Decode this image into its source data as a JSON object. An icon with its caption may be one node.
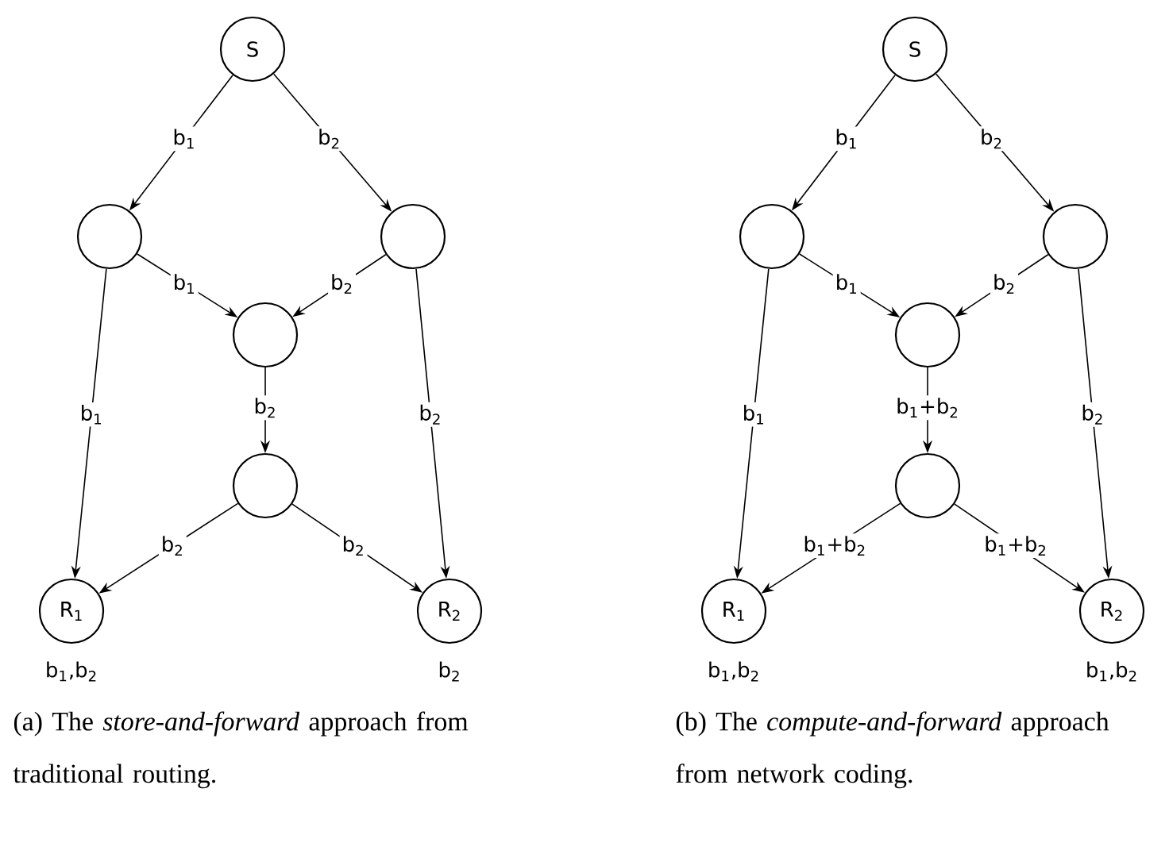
{
  "diagram": {
    "nodes": [
      {
        "text": [
          "S"
        ]
      },
      {
        "text": [],
        "shape": "circle"
      },
      {
        "text": [],
        "shape": "circle"
      },
      {
        "text": [],
        "shape": "circle"
      },
      {
        "text": [],
        "shape": "circle"
      },
      {
        "text": [
          "R$_{1}$"
        ],
        "beside": [
          "b$_{1}$,b$_{2}$"
        ]
      },
      {
        "text": [
          "R$_{2}$"
        ],
        "beside": [
          "b$_{2}$"
        ]
      },
      {
        "text": [
          "S"
        ]
      },
      {
        "text": [],
        "shape": "circle"
      },
      {
        "text": [],
        "shape": "circle"
      },
      {
        "text": [],
        "shape": "circle"
      },
      {
        "text": [],
        "shape": "circle"
      },
      {
        "text": [
          "R$_{1}$"
        ],
        "beside": [
          "b$_{1}$,b$_{2}$"
        ]
      },
      {
        "text": [
          "R$_{2}$"
        ],
        "beside": [
          "b$_{1}$,b$_{2}$"
        ]
      }
    ],
    "edges": [
      {
        "from": 0,
        "to": 1,
        "arrow": "to",
        "label": "b$_{1}$"
      },
      {
        "from": 0,
        "to": 2,
        "arrow": "to",
        "label": "b$_{2}$"
      },
      {
        "from": 1,
        "to": 3,
        "arrow": "to",
        "label": "b$_{1}$"
      },
      {
        "from": 2,
        "to": 3,
        "arrow": "to",
        "label": "b$_{2}$"
      },
      {
        "from": 1,
        "to": 5,
        "arrow": "to",
        "label": "b$_{1}$"
      },
      {
        "from": 3,
        "to": 4,
        "arrow": "to",
        "label": "b$_{2}$"
      },
      {
        "from": 2,
        "to": 6,
        "arrow": "to",
        "label": "b$_{2}$"
      },
      {
        "from": 4,
        "to": 5,
        "arrow": "to",
        "label": "b$_{2}$"
      },
      {
        "from": 4,
        "to": 6,
        "arrow": "to",
        "label": "b$_{2}$"
      },
      {
        "from": 7,
        "to": 8,
        "arrow": "to",
        "label": "b$_{1}$"
      },
      {
        "from": 7,
        "to": 9,
        "arrow": "to",
        "label": "b$_{2}$"
      },
      {
        "from": 8,
        "to": 10,
        "arrow": "to",
        "label": "b$_{1}$"
      },
      {
        "from": 9,
        "to": 10,
        "arrow": "to",
        "label": "b$_{2}$"
      },
      {
        "from": 8,
        "to": 12,
        "arrow": "to",
        "label": "b$_{1}$"
      },
      {
        "from": 10,
        "to": 11,
        "arrow": "to",
        "label": "b$_{1}$+b$_{2}$"
      },
      {
        "from": 9,
        "to": 13,
        "arrow": "to",
        "label": "b$_{2}$"
      },
      {
        "from": 11,
        "to": 12,
        "arrow": "to",
        "label": "b$_{1}$+b$_{2}$"
      },
      {
        "from": 11,
        "to": 13,
        "arrow": "to",
        "label": "b$_{1}$+b$_{2}$"
      }
    ],
    "labels": [
      "(a) The *store-and-forward* approach from traditional routing.",
      "(b) The *compute-and-forward* approach from network coding."
    ]
  }
}
